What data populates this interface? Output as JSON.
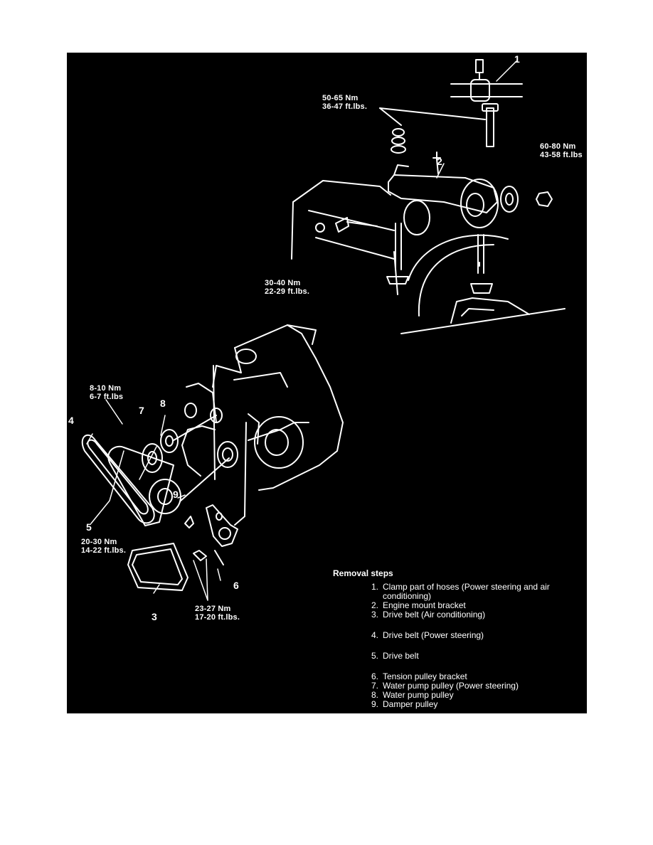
{
  "torque_specs": {
    "bracket_bolt": [
      "50-65 Nm",
      "36-47 ft.lbs."
    ],
    "mount_nut": [
      "60-80 Nm",
      "43-58 ft.lbs"
    ],
    "mount_bolt": [
      "30-40 Nm",
      "22-29 ft.lbs."
    ],
    "pulley_bolt": [
      "8-10 Nm",
      "6-7 ft.lbs"
    ],
    "belt_bolt": [
      "20-30 Nm",
      "14-22 ft.lbs."
    ],
    "tensioner_bolt": [
      "23-27 Nm",
      "17-20 ft.lbs."
    ]
  },
  "callouts": [
    "1",
    "2",
    "3",
    "4",
    "5",
    "6",
    "7",
    "8",
    "9"
  ],
  "removal": {
    "title": "Removal steps",
    "steps": [
      {
        "n": "1.",
        "text": "Clamp part of hoses (Power steering and air conditioning)"
      },
      {
        "n": "2.",
        "text": "Engine mount bracket"
      },
      {
        "n": "3.",
        "text": "Drive belt (Air conditioning)"
      },
      {
        "n": "4.",
        "text": "Drive belt (Power steering)"
      },
      {
        "n": "5.",
        "text": "Drive belt"
      },
      {
        "n": "6.",
        "text": "Tension pulley bracket"
      },
      {
        "n": "7.",
        "text": "Water pump pulley (Power steering)"
      },
      {
        "n": "8.",
        "text": "Water pump pulley"
      },
      {
        "n": "9.",
        "text": "Damper pulley"
      }
    ]
  }
}
